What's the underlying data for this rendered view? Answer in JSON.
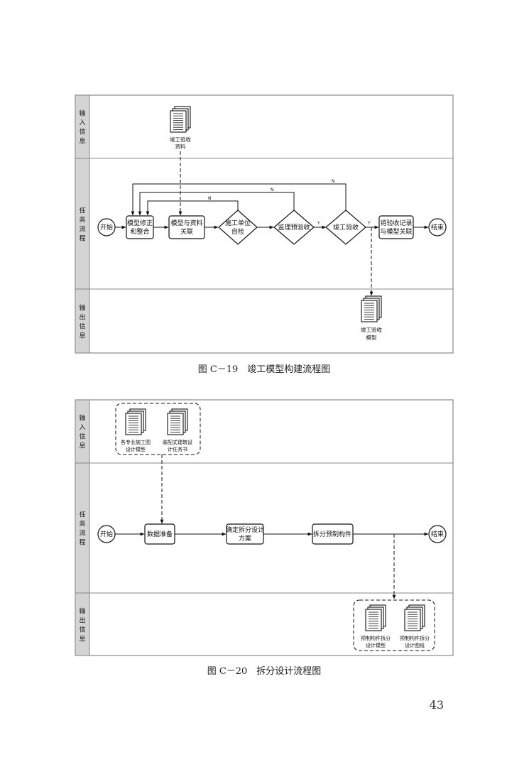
{
  "figure1": {
    "caption": "图 C－19　竣工模型构建流程图",
    "lanes": {
      "input": [
        "输",
        "入",
        "信",
        "息"
      ],
      "task": [
        "任",
        "务",
        "流",
        "程"
      ],
      "output": [
        "输",
        "出",
        "信",
        "息"
      ]
    },
    "input_doc": [
      "竣工验收",
      "资料"
    ],
    "start": "开始",
    "end": "结束",
    "steps": {
      "revise": [
        "模型修正",
        "和整合"
      ],
      "link": [
        "模型与资料",
        "关联"
      ],
      "self_check": [
        "施工单位",
        "自检"
      ],
      "pre_accept": [
        "监理预验收"
      ],
      "final_accept": [
        "竣工验收"
      ],
      "record": [
        "将验收记录",
        "与模型关联"
      ]
    },
    "labels": {
      "n": "N",
      "y": "Y"
    },
    "output_doc": [
      "竣工验收",
      "模型"
    ]
  },
  "figure2": {
    "caption": "图 C－20　拆分设计流程图",
    "lanes": {
      "input": [
        "输",
        "入",
        "信",
        "息"
      ],
      "task": [
        "任",
        "务",
        "流",
        "程"
      ],
      "output": [
        "输",
        "出",
        "信",
        "息"
      ]
    },
    "input_docs": [
      [
        "各专业施工图",
        "设计模型"
      ],
      [
        "装配式建筑设",
        "计任务书"
      ]
    ],
    "start": "开始",
    "end": "结束",
    "steps": {
      "prepare": [
        "数据准备"
      ],
      "scheme": [
        "确定拆分设计",
        "方案"
      ],
      "split": [
        "拆分预制构件"
      ]
    },
    "output_docs": [
      [
        "预制构件拆分",
        "设计模型"
      ],
      [
        "预制构件拆分",
        "设计图纸"
      ]
    ]
  },
  "page_number": "43"
}
